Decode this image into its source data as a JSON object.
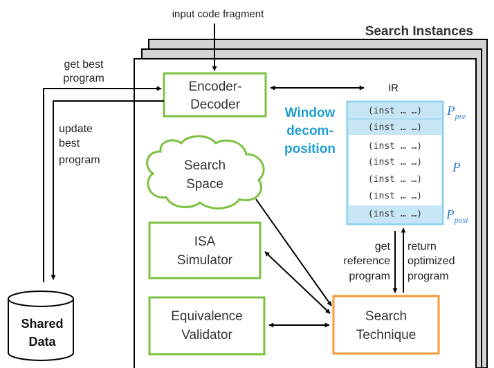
{
  "title": "Search Instances",
  "labels": {
    "input": "input code fragment",
    "get_best_line1": "get best",
    "get_best_line2": "program",
    "update_line1": "update",
    "update_line2": "best",
    "update_line3": "program",
    "ir": "IR",
    "window_line1": "Window",
    "window_line2": "decom-",
    "window_line3": "position",
    "get_ref_line1": "get",
    "get_ref_line2": "reference",
    "get_ref_line3": "program",
    "return_line1": "return",
    "return_line2": "optimized",
    "return_line3": "program"
  },
  "boxes": {
    "encoder_line1": "Encoder-",
    "encoder_line2": "Decoder",
    "search_space_line1": "Search",
    "search_space_line2": "Space",
    "isa_line1": "ISA",
    "isa_line2": "Simulator",
    "equiv_line1": "Equivalence",
    "equiv_line2": "Validator",
    "technique_line1": "Search",
    "technique_line2": "Technique",
    "data_line1": "Shared",
    "data_line2": "Data"
  },
  "ir_rows": [
    "(inst … …)",
    "(inst … …)",
    "(inst … …)",
    "(inst … …)",
    "(inst … …)",
    "(inst … …)",
    "(inst … …)"
  ],
  "window_labels": {
    "pre_main": "P",
    "pre_sub": "pre",
    "mid": "P",
    "post_main": "P",
    "post_sub": "post"
  },
  "colors": {
    "green": "#7cc142",
    "orange": "#f29b38",
    "blue": "#8ccfee",
    "row_highlight": "#c7e6f5",
    "teal_text": "#1f9ed0",
    "frame_gray": "#d0d0d0"
  }
}
